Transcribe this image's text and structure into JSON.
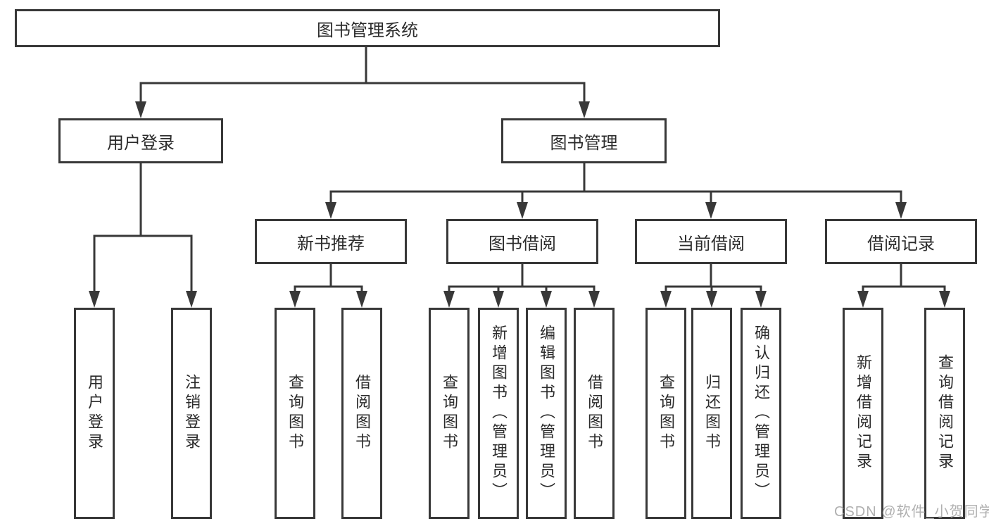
{
  "tree": {
    "root": {
      "label": "图书管理系统",
      "children": [
        {
          "label": "用户登录",
          "children": [
            {
              "label": "用户登录"
            },
            {
              "label": "注销登录"
            }
          ]
        },
        {
          "label": "图书管理",
          "children": [
            {
              "label": "新书推荐",
              "children": [
                {
                  "label": "查询图书"
                },
                {
                  "label": "借阅图书"
                }
              ]
            },
            {
              "label": "图书借阅",
              "children": [
                {
                  "label": "查询图书"
                },
                {
                  "label": "新增图书（管理员）"
                },
                {
                  "label": "编辑图书（管理员）"
                },
                {
                  "label": "借阅图书"
                }
              ]
            },
            {
              "label": "当前借阅",
              "children": [
                {
                  "label": "查询图书"
                },
                {
                  "label": "归还图书"
                },
                {
                  "label": "确认归还（管理员）"
                }
              ]
            },
            {
              "label": "借阅记录",
              "children": [
                {
                  "label": "新增借阅记录"
                },
                {
                  "label": "查询借阅记录"
                }
              ]
            }
          ]
        }
      ]
    }
  },
  "watermark": "CSDN @软件_小贺同学",
  "colors": {
    "line": "#383838",
    "box_border": "#383838",
    "text": "#2b2b2b",
    "watermark": "#b0b0b0",
    "background": "#ffffff"
  }
}
